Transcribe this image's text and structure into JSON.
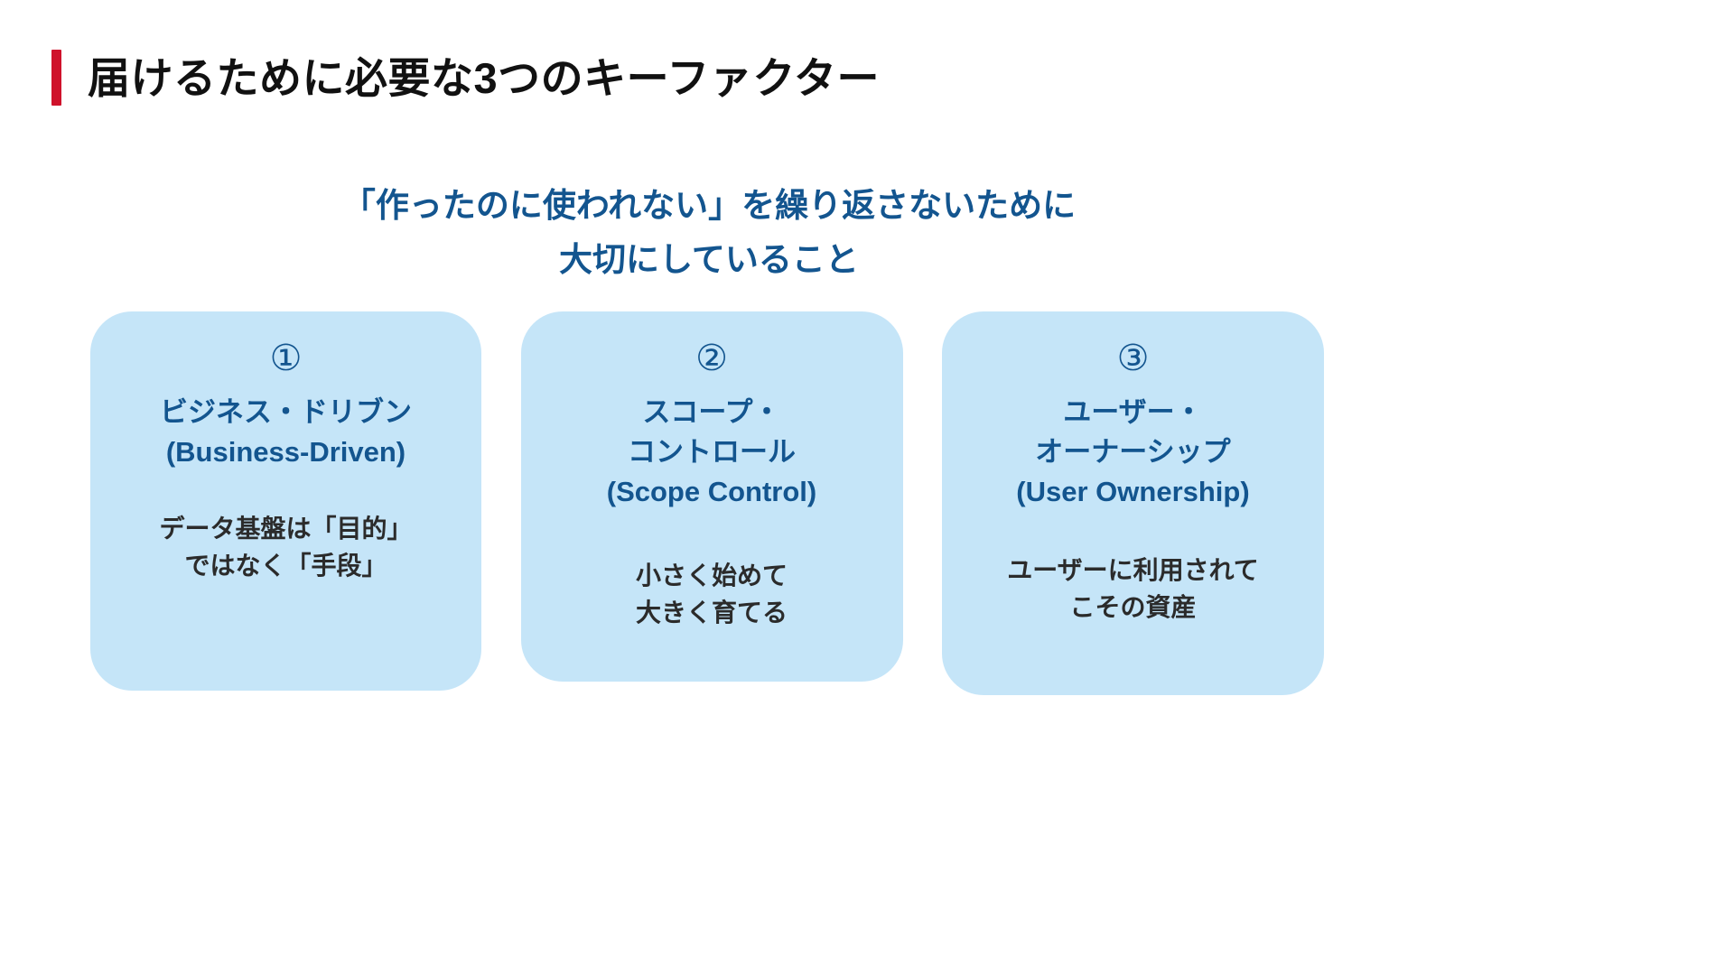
{
  "slide": {
    "background_color": "#FFFFFF",
    "accent_bar_color": "#CF122B",
    "brand_blue": "#13558F",
    "card_background": "#C5E5F8",
    "body_text_color": "#2B2B2B"
  },
  "title": {
    "text": "届けるために必要な3つのキーファクター"
  },
  "subtitle": {
    "line1": "「作ったのに使われない」を繰り返さないために",
    "line2": "大切にしていること"
  },
  "cards": [
    {
      "number": "①",
      "title_line1": "ビジネス・ドリブン",
      "title_line2": "(Business-Driven)",
      "desc_line1": "データ基盤は「目的」",
      "desc_line2": "ではなく「手段」"
    },
    {
      "number": "②",
      "title_line1": "スコープ・",
      "title_line2": "コントロール",
      "title_line3": "(Scope Control)",
      "desc_line1": "小さく始めて",
      "desc_line2": "大きく育てる"
    },
    {
      "number": "③",
      "title_line1": "ユーザー・",
      "title_line2": "オーナーシップ",
      "title_line3": "(User Ownership)",
      "desc_line1": "ユーザーに利用されて",
      "desc_line2": "こその資産"
    }
  ]
}
